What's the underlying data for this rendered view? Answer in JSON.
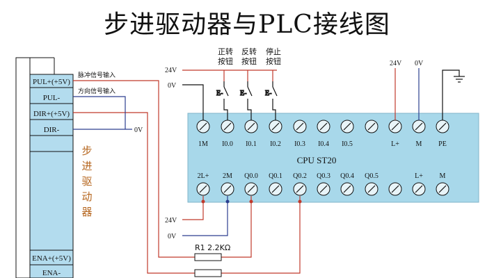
{
  "title": "步进驱动器与PLC接线图",
  "driver": {
    "terminals": [
      "PUL+(+5V)",
      "PUL-",
      "DIR+(+5V)",
      "DIR-",
      "ENA+(+5V)",
      "ENA-"
    ],
    "name_chars": [
      "步",
      "进",
      "驱",
      "动",
      "器"
    ]
  },
  "signals": {
    "pulse_input": "脉冲信号输入",
    "dir_input": "方向信号输入"
  },
  "voltages": {
    "v24_top": "24V",
    "v0_top": "0V",
    "v0_dir": "0V",
    "v24_bottom": "24V",
    "v0_bottom": "0V",
    "v24_right": "24V",
    "v0_right": "0V"
  },
  "buttons": [
    {
      "line1": "正转",
      "line2": "按钮"
    },
    {
      "line1": "反转",
      "line2": "按钮"
    },
    {
      "line1": "停止",
      "line2": "按钮"
    }
  ],
  "plc": {
    "model": "CPU  ST20",
    "top_labels": [
      "1M",
      "I0.0",
      "I0.1",
      "I0.2",
      "I0.3",
      "I0.4",
      "I0.5",
      "",
      "L+",
      "M",
      "PE"
    ],
    "bottom_labels": [
      "2L+",
      "2M",
      "Q0.0",
      "Q0.1",
      "Q0.2",
      "Q0.3",
      "Q0.4",
      "Q0.5",
      "",
      "L+",
      "M"
    ]
  },
  "resistor": {
    "label": "R1  2.2KΩ"
  },
  "colors": {
    "red_wire": "#c0392b",
    "blue_wire": "#2c3e8f",
    "plc_fill": "#a8d8ea",
    "driver_fill": "#b3dcee"
  }
}
